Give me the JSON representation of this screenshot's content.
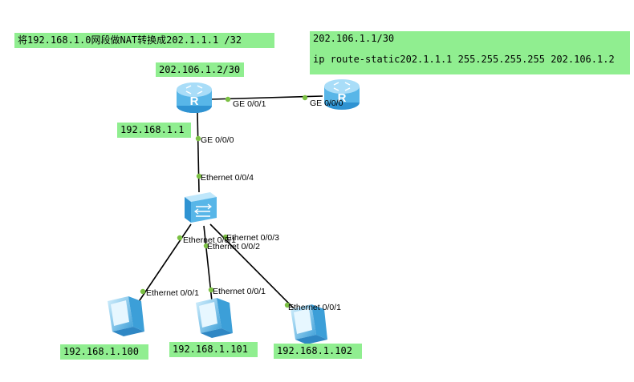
{
  "notes": {
    "nat": "将192.168.1.0网段做NAT转换成202.1.1.1 /32",
    "isp_addr": "202.106.1.1/30",
    "isp_route": "ip route-static202.1.1.1 255.255.255.255 202.106.1.2",
    "r1_wan": "202.106.1.2/30",
    "r1_lan": "192.168.1.1",
    "pc1_ip": "192.168.1.100",
    "pc2_ip": "192.168.1.101",
    "pc3_ip": "192.168.1.102"
  },
  "ports": {
    "r1_ge001": "GE 0/0/1",
    "r2_ge000": "GE 0/0/0",
    "r1_ge000": "GE 0/0/0",
    "sw_e004": "Ethernet 0/0/4",
    "sw_e001": "Ethernet 0/0/1",
    "sw_e003": "Ethernet 0/0/3",
    "sw_e002": "Ethernet 0/0/2",
    "pc1_e001": "Ethernet 0/0/1",
    "pc2_e001": "Ethernet 0/0/1",
    "pc3_e001": "Ethernet 0/0/1"
  },
  "icons": {
    "router": "router-icon",
    "switch": "switch-icon",
    "pc": "pc-icon"
  },
  "colors": {
    "note_bg": "#90ee90",
    "port_dot": "#7bc043",
    "device_blue": "#4fb3e8",
    "link": "#000000"
  }
}
